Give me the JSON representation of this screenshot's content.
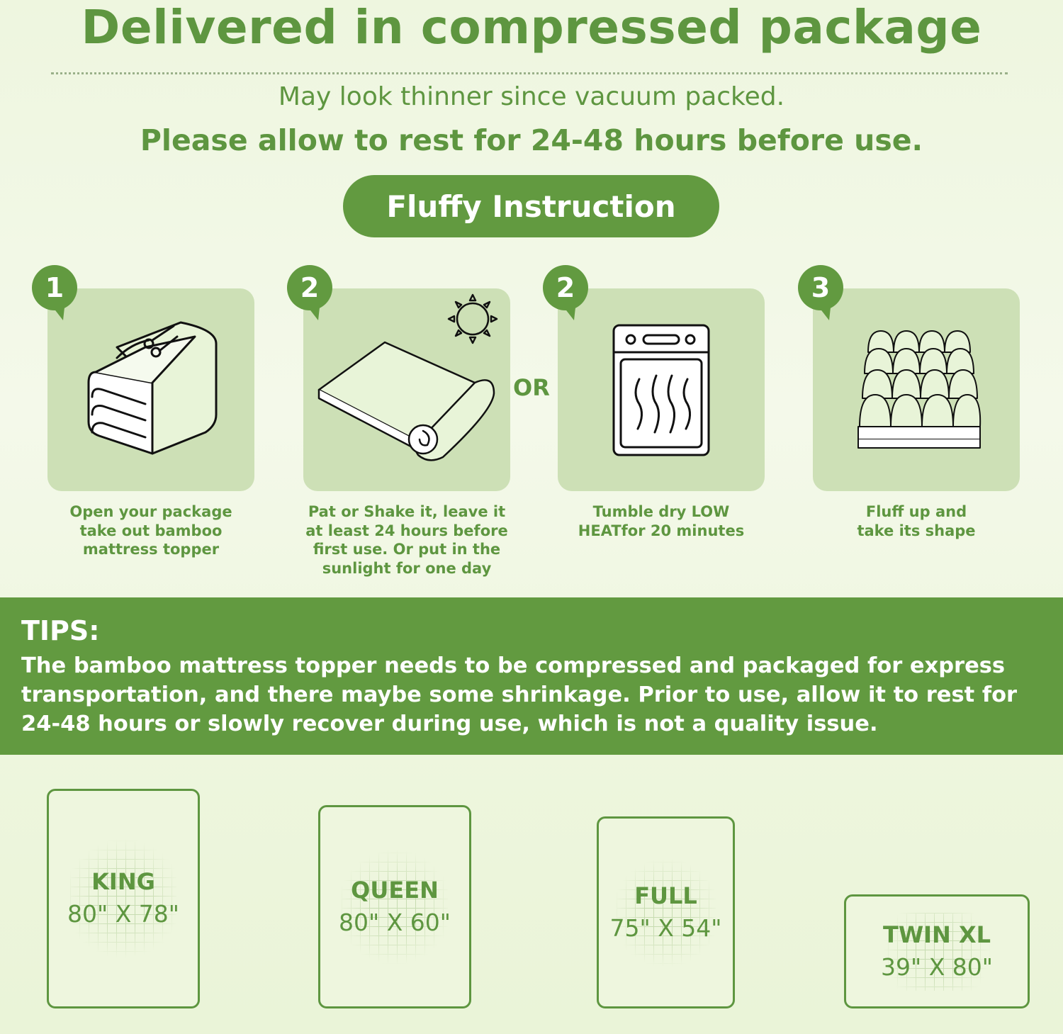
{
  "header": {
    "title": "Delivered in compressed package",
    "line1": "May look thinner since vacuum packed.",
    "line2": "Please allow to rest for 24-48 hours before use."
  },
  "instruction_label": "Fluffy Instruction",
  "steps": [
    {
      "number": "1",
      "caption": [
        "Open your package",
        "take out bamboo",
        "mattress topper"
      ],
      "icon": "scissors-package-icon"
    },
    {
      "number": "2",
      "caption": [
        "Pat or Shake it, leave it",
        "at least 24 hours before",
        "first use. Or put in the",
        "sunlight for one day"
      ],
      "icon": "rolled-topper-sun-icon"
    },
    {
      "number": "2",
      "caption": [
        "Tumble dry LOW",
        "HEATfor 20 minutes"
      ],
      "icon": "dryer-icon"
    },
    {
      "number": "3",
      "caption": [
        "Fluff up and",
        "take its shape"
      ],
      "icon": "quilted-topper-icon"
    }
  ],
  "or_label": "OR",
  "tips": {
    "title": "TIPS:",
    "body": [
      "The bamboo mattress topper needs to be compressed and packaged for express",
      "transportation, and there maybe some shrinkage. Prior to use, allow it to rest for",
      "24-48 hours or slowly recover during use,  which is not a quality issue."
    ]
  },
  "sizes": [
    {
      "name": "KING",
      "dims": "80\" X 78\""
    },
    {
      "name": "QUEEN",
      "dims": "80\" X 60\""
    },
    {
      "name": "FULL",
      "dims": "75\" X 54\""
    },
    {
      "name": "TWIN XL",
      "dims": "39\" X 80\""
    }
  ],
  "colors": {
    "brand_green": "#629a40",
    "card_green": "#cde0b6",
    "text_green": "#5e9640"
  }
}
